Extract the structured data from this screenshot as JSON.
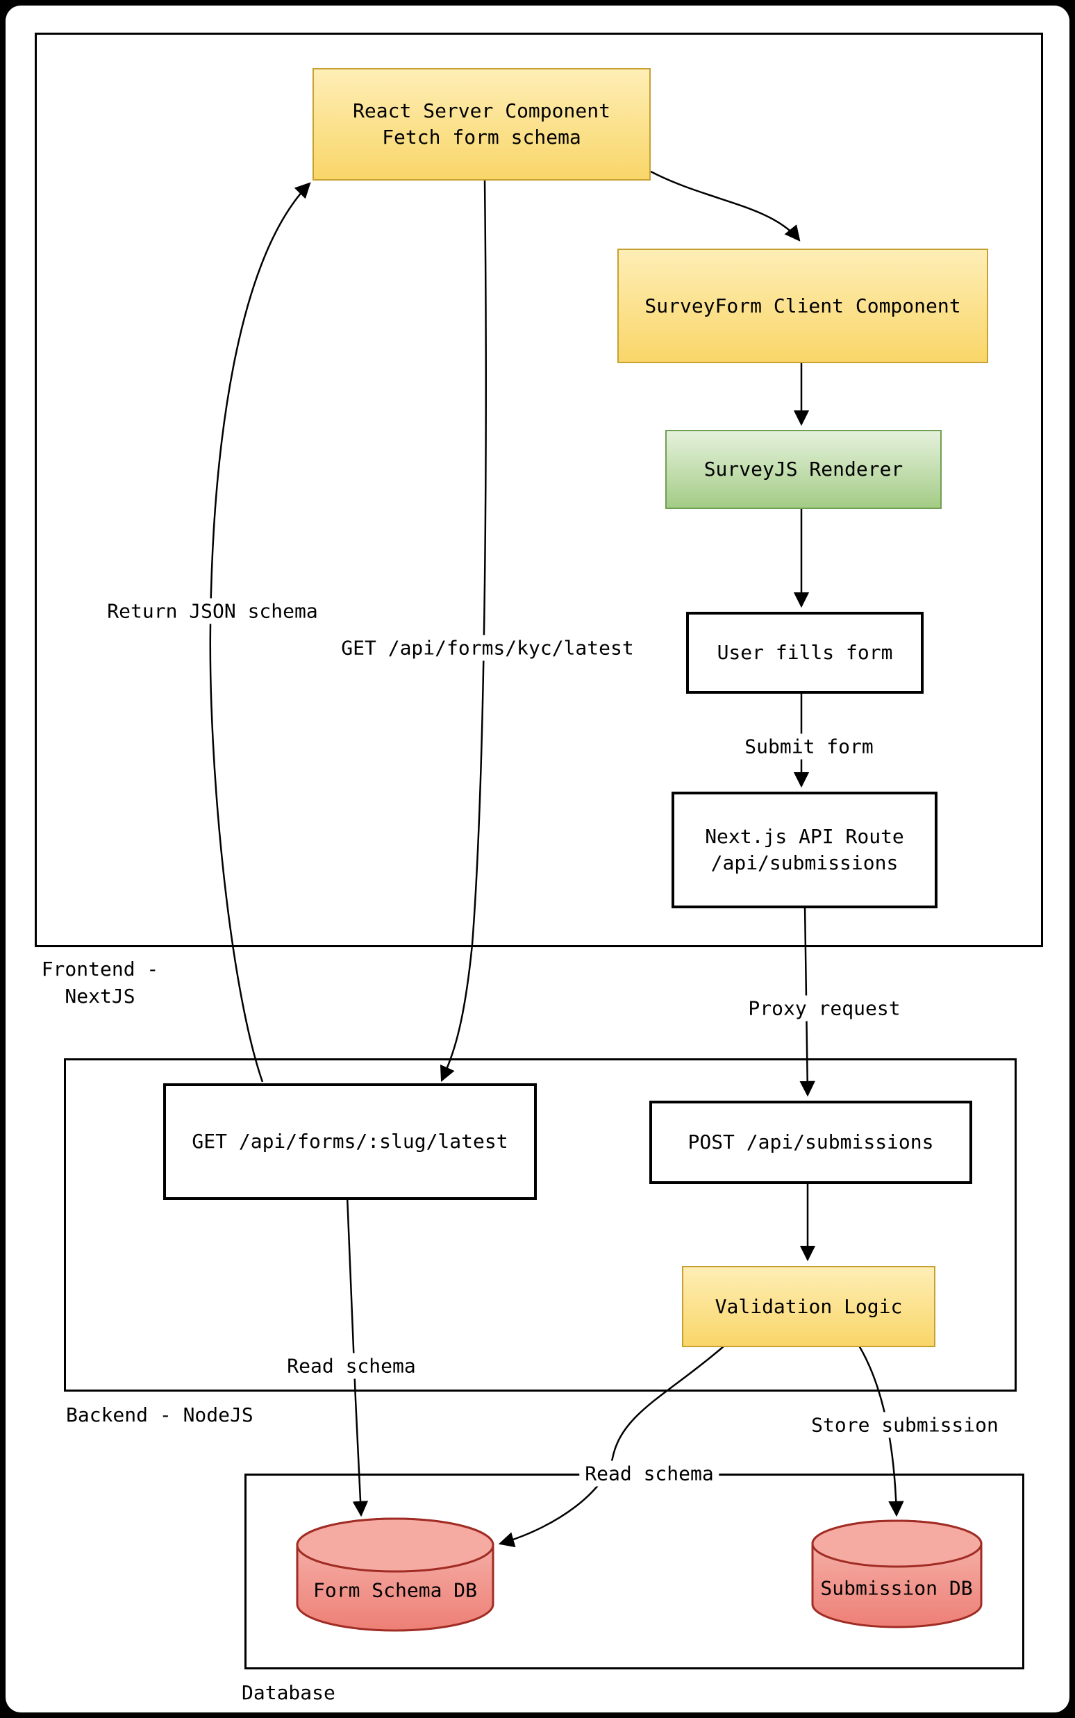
{
  "diagram": {
    "title_hint": "SurveyJS form architecture flowchart",
    "containers": {
      "frontend": {
        "label": "Frontend -\nNextJS"
      },
      "backend": {
        "label": "Backend - NodeJS"
      },
      "database": {
        "label": "Database"
      }
    },
    "nodes": {
      "react_server_component": {
        "label": "React Server Component\nFetch form schema",
        "style": "yellow"
      },
      "surveyform_client": {
        "label": "SurveyForm Client Component",
        "style": "yellow"
      },
      "surveyjs_renderer": {
        "label": "SurveyJS Renderer",
        "style": "green"
      },
      "user_fills_form": {
        "label": "User fills form",
        "style": "plain"
      },
      "nextjs_api_route": {
        "label": "Next.js API Route\n/api/submissions",
        "style": "plain"
      },
      "get_forms_slug": {
        "label": "GET /api/forms/:slug/latest",
        "style": "plain"
      },
      "post_submissions": {
        "label": "POST /api/submissions",
        "style": "plain"
      },
      "validation_logic": {
        "label": "Validation Logic",
        "style": "yellow"
      },
      "form_schema_db": {
        "label": "Form Schema DB",
        "style": "database"
      },
      "submission_db": {
        "label": "Submission DB",
        "style": "database"
      }
    },
    "edge_labels": {
      "return_json_schema": "Return JSON schema",
      "get_kyc_latest": "GET /api/forms/kyc/latest",
      "submit_form": "Submit form",
      "proxy_request": "Proxy request",
      "read_schema_left": "Read schema",
      "store_submission": "Store submission",
      "read_schema_mid": "Read schema"
    },
    "colors": {
      "node_yellow_top": "#feeeb6",
      "node_yellow_bottom": "#f9d669",
      "node_yellow_border": "#c7a032",
      "node_green_top": "#e5f1dc",
      "node_green_bottom": "#a3cc86",
      "node_green_border": "#6f9f52",
      "db_red_top": "#f7bcb4",
      "db_red_bottom": "#ed7f76",
      "db_red_border": "#a02c24",
      "line": "#000000",
      "page_background": "#000000",
      "card_background": "#ffffff"
    }
  }
}
